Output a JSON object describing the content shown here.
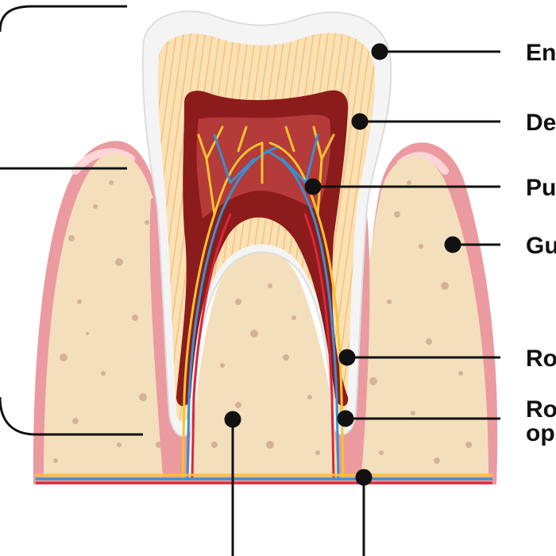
{
  "labels": {
    "enamel": "En",
    "dentin": "De",
    "pulp": "Pu",
    "gum": "Gu",
    "root_canal": "Ro",
    "root_opening_1": "Ro",
    "root_opening_2": "op"
  },
  "colors": {
    "enamel": "#f4f4f4",
    "dentin": "#fbe0b4",
    "dentin_stripe": "#f1c27d",
    "pulp_outer": "#8c1c1c",
    "pulp_inner": "#b53a3a",
    "nerve_yellow": "#f4c430",
    "vessel_blue": "#3a8fd0",
    "vessel_red": "#d8283a",
    "gum": "#eb9aa0",
    "gum_light": "#f7c4c7",
    "bone": "#f4dfbd",
    "bone_spot": "#c9a58a",
    "leader": "#111111"
  }
}
